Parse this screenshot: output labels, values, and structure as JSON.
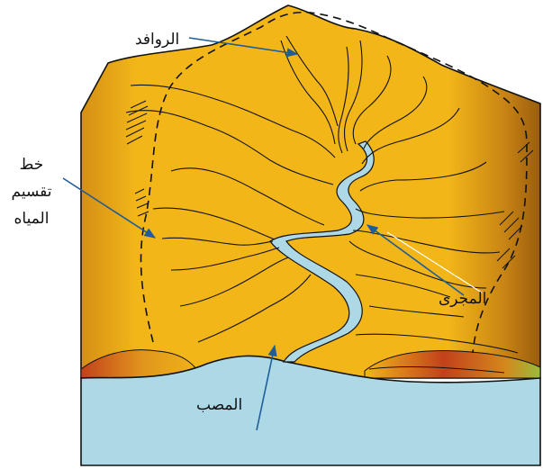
{
  "labels": {
    "tributaries": "الروافد",
    "watershed_line1": "خط",
    "watershed_line2": "تقسيم",
    "watershed_line3": "المياه",
    "channel": "المجرى",
    "mouth": "المصب"
  },
  "colors": {
    "terrain": "#f2b619",
    "terrain_shadow": "#a86410",
    "terrain_dark": "#b5461a",
    "water": "#add8e6",
    "outline": "#111111",
    "arrow": "#1f5c99"
  }
}
